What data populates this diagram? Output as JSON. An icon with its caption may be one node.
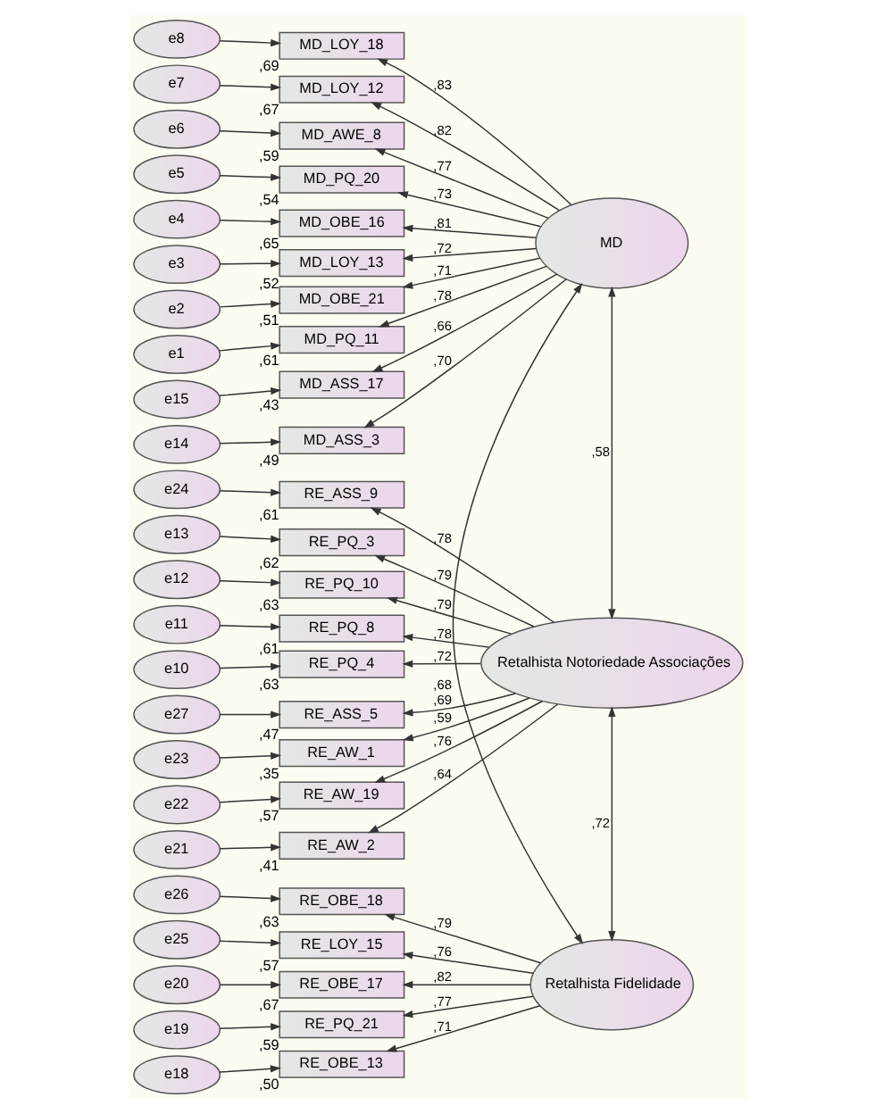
{
  "diagram": {
    "nodes": [
      {
        "text": [
          "e8"
        ]
      },
      {
        "text": [
          "MD_LOY_18"
        ],
        "beside": [
          ",69"
        ]
      },
      {
        "text": [
          "e7"
        ]
      },
      {
        "text": [
          "MD_LOY_12"
        ],
        "beside": [
          ",67"
        ]
      },
      {
        "text": [
          "e6"
        ]
      },
      {
        "text": [
          "MD_AWE_8"
        ],
        "beside": [
          ",59"
        ]
      },
      {
        "text": [
          "e5"
        ]
      },
      {
        "text": [
          "MD_PQ_20"
        ],
        "beside": [
          ",54"
        ]
      },
      {
        "text": [
          "e4"
        ]
      },
      {
        "text": [
          "MD_OBE_16"
        ],
        "beside": [
          ",65"
        ]
      },
      {
        "text": [
          "e3"
        ]
      },
      {
        "text": [
          "MD_LOY_13"
        ],
        "beside": [
          ",52"
        ]
      },
      {
        "text": [
          "e2"
        ]
      },
      {
        "text": [
          "MD_OBE_21"
        ],
        "beside": [
          ",51"
        ]
      },
      {
        "text": [
          "e1"
        ]
      },
      {
        "text": [
          "MD_PQ_11"
        ],
        "beside": [
          ",61"
        ]
      },
      {
        "text": [
          "e15"
        ]
      },
      {
        "text": [
          "MD_ASS_17"
        ],
        "beside": [
          ",43"
        ]
      },
      {
        "text": [
          "e14"
        ]
      },
      {
        "text": [
          "MD_ASS_3"
        ],
        "beside": [
          ",49"
        ]
      },
      {
        "text": [
          "e24"
        ]
      },
      {
        "text": [
          "RE_ASS_9"
        ],
        "beside": [
          ",61"
        ]
      },
      {
        "text": [
          "e13"
        ]
      },
      {
        "text": [
          "RE_PQ_3"
        ],
        "beside": [
          ",62"
        ]
      },
      {
        "text": [
          "e12"
        ]
      },
      {
        "text": [
          "RE_PQ_10"
        ],
        "beside": [
          ",63"
        ]
      },
      {
        "text": [
          "e11"
        ]
      },
      {
        "text": [
          "RE_PQ_8"
        ],
        "beside": [
          ",61"
        ]
      },
      {
        "text": [
          "e10"
        ]
      },
      {
        "text": [
          "RE_PQ_4"
        ],
        "beside": [
          ",63"
        ]
      },
      {
        "text": [
          "e27"
        ]
      },
      {
        "text": [
          "RE_ASS_5"
        ],
        "beside": [
          ",47"
        ]
      },
      {
        "text": [
          "e23"
        ]
      },
      {
        "text": [
          "RE_AW_1"
        ],
        "beside": [
          ",35"
        ]
      },
      {
        "text": [
          "e22"
        ]
      },
      {
        "text": [
          "RE_AW_19"
        ],
        "beside": [
          ",57"
        ]
      },
      {
        "text": [
          "e21"
        ]
      },
      {
        "text": [
          "RE_AW_2"
        ],
        "beside": [
          ",41"
        ]
      },
      {
        "text": [
          "e26"
        ]
      },
      {
        "text": [
          "RE_OBE_18"
        ],
        "beside": [
          ",63"
        ]
      },
      {
        "text": [
          "e25"
        ]
      },
      {
        "text": [
          "RE_LOY_15"
        ],
        "beside": [
          ",57"
        ]
      },
      {
        "text": [
          "e20"
        ]
      },
      {
        "text": [
          "RE_OBE_17"
        ],
        "beside": [
          ",67"
        ]
      },
      {
        "text": [
          "e19"
        ]
      },
      {
        "text": [
          "RE_PQ_21"
        ],
        "beside": [
          ",59"
        ]
      },
      {
        "text": [
          "e18"
        ]
      },
      {
        "text": [
          "RE_OBE_13"
        ],
        "beside": [
          ",50"
        ]
      },
      {
        "text": [
          "MD"
        ]
      },
      {
        "text": [
          "Retalhista Notoriedade Associações"
        ]
      },
      {
        "text": [
          "Retalhista Fidelidade"
        ]
      }
    ],
    "edges": [
      {
        "from": 0,
        "to": 1,
        "arrow": "to"
      },
      {
        "from": 2,
        "to": 3,
        "arrow": "to"
      },
      {
        "from": 4,
        "to": 5,
        "arrow": "to"
      },
      {
        "from": 6,
        "to": 7,
        "arrow": "to"
      },
      {
        "from": 8,
        "to": 9,
        "arrow": "to"
      },
      {
        "from": 10,
        "to": 11,
        "arrow": "to"
      },
      {
        "from": 12,
        "to": 13,
        "arrow": "to"
      },
      {
        "from": 14,
        "to": 15,
        "arrow": "to"
      },
      {
        "from": 16,
        "to": 17,
        "arrow": "to"
      },
      {
        "from": 18,
        "to": 19,
        "arrow": "to"
      },
      {
        "from": 20,
        "to": 21,
        "arrow": "to"
      },
      {
        "from": 22,
        "to": 23,
        "arrow": "to"
      },
      {
        "from": 24,
        "to": 25,
        "arrow": "to"
      },
      {
        "from": 26,
        "to": 27,
        "arrow": "to"
      },
      {
        "from": 28,
        "to": 29,
        "arrow": "to"
      },
      {
        "from": 30,
        "to": 31,
        "arrow": "to"
      },
      {
        "from": 32,
        "to": 33,
        "arrow": "to"
      },
      {
        "from": 34,
        "to": 35,
        "arrow": "to"
      },
      {
        "from": 36,
        "to": 37,
        "arrow": "to"
      },
      {
        "from": 38,
        "to": 39,
        "arrow": "to"
      },
      {
        "from": 40,
        "to": 41,
        "arrow": "to"
      },
      {
        "from": 42,
        "to": 43,
        "arrow": "to"
      },
      {
        "from": 44,
        "to": 45,
        "arrow": "to"
      },
      {
        "from": 46,
        "to": 47,
        "arrow": "to"
      },
      {
        "from": 48,
        "to": 1,
        "arrow": "to",
        "label": ",83"
      },
      {
        "from": 48,
        "to": 3,
        "arrow": "to",
        "label": ",82"
      },
      {
        "from": 48,
        "to": 5,
        "arrow": "to",
        "label": ",77"
      },
      {
        "from": 48,
        "to": 7,
        "arrow": "to",
        "label": ",73"
      },
      {
        "from": 48,
        "to": 9,
        "arrow": "to",
        "label": ",81"
      },
      {
        "from": 48,
        "to": 11,
        "arrow": "to",
        "label": ",72"
      },
      {
        "from": 48,
        "to": 13,
        "arrow": "to",
        "label": ",71"
      },
      {
        "from": 48,
        "to": 15,
        "arrow": "to",
        "label": ",78"
      },
      {
        "from": 48,
        "to": 17,
        "arrow": "to",
        "label": ",66"
      },
      {
        "from": 48,
        "to": 19,
        "arrow": "to",
        "label": ",70"
      },
      {
        "from": 49,
        "to": 21,
        "arrow": "to",
        "label": ",78"
      },
      {
        "from": 49,
        "to": 23,
        "arrow": "to",
        "label": ",79"
      },
      {
        "from": 49,
        "to": 25,
        "arrow": "to",
        "label": ",79"
      },
      {
        "from": 49,
        "to": 27,
        "arrow": "to",
        "label": ",78"
      },
      {
        "from": 49,
        "to": 29,
        "arrow": "to",
        "label": ",72"
      },
      {
        "from": 49,
        "to": 31,
        "arrow": "to",
        "label": ",69"
      },
      {
        "from": 49,
        "to": 33,
        "arrow": "to",
        "label": ",59"
      },
      {
        "from": 49,
        "to": 35,
        "arrow": "to",
        "label": ",76"
      },
      {
        "from": 49,
        "to": 37,
        "arrow": "to",
        "label": ",64"
      },
      {
        "from": 50,
        "to": 39,
        "arrow": "to",
        "label": ",79"
      },
      {
        "from": 50,
        "to": 41,
        "arrow": "to",
        "label": ",76"
      },
      {
        "from": 50,
        "to": 43,
        "arrow": "to",
        "label": ",82"
      },
      {
        "from": 50,
        "to": 45,
        "arrow": "to",
        "label": ",77"
      },
      {
        "from": 50,
        "to": 47,
        "arrow": "to",
        "label": ",71"
      },
      {
        "from": 48,
        "to": 49,
        "arrow": "both",
        "label": ",58"
      },
      {
        "from": 49,
        "to": 50,
        "arrow": "both",
        "label": ",72"
      },
      {
        "from": 48,
        "to": 50,
        "arrow": "both",
        "label": ",68"
      }
    ]
  }
}
